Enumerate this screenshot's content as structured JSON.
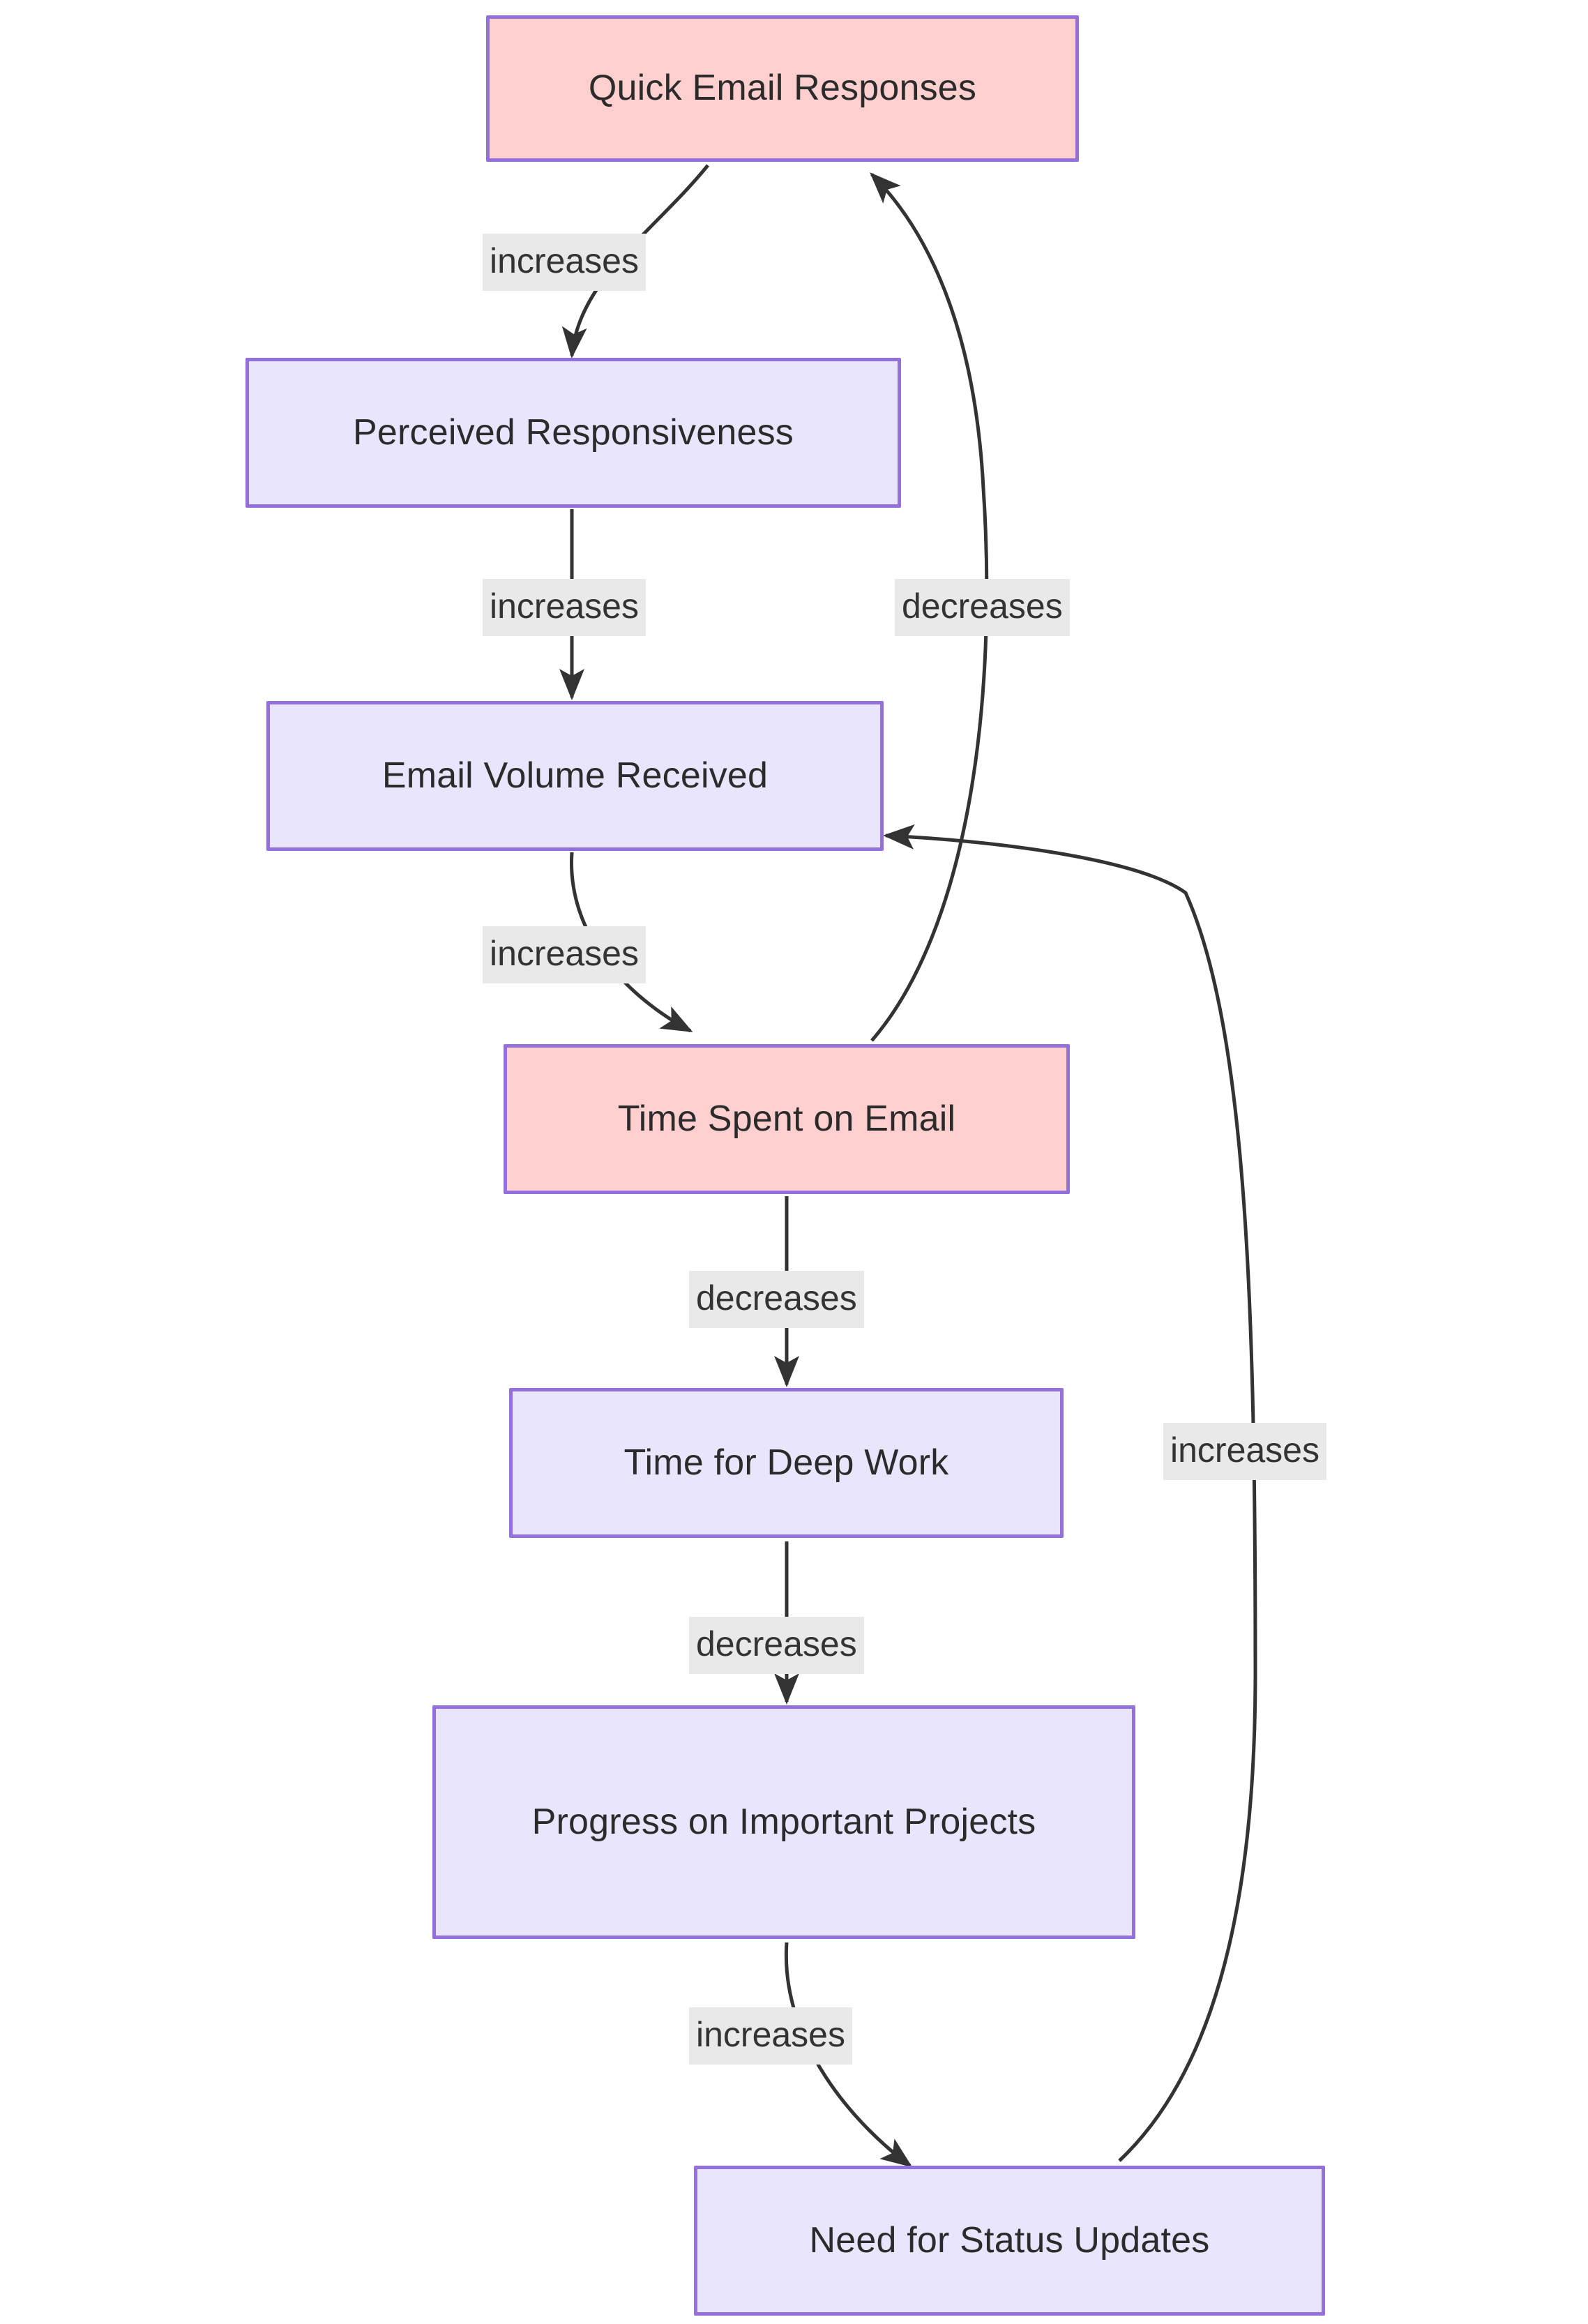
{
  "diagram": {
    "type": "flowchart",
    "orientation": "top-down",
    "title": "",
    "background_color": "#FFFFFF",
    "node_styles": {
      "highlight_fill": "#FDCFCE",
      "default_fill": "#E8E5FD",
      "border_color": "#9370DB",
      "text_color": "#2B2B2B"
    },
    "edge_styles": {
      "line_color": "#333333",
      "label_background": "#E9E9E9",
      "label_text_color": "#333333"
    }
  },
  "nodes": [
    {
      "id": "quick_email_responses",
      "label": "Quick Email Responses",
      "style": "highlight"
    },
    {
      "id": "perceived_responsiveness",
      "label": "Perceived Responsiveness",
      "style": "default"
    },
    {
      "id": "email_volume_received",
      "label": "Email Volume Received",
      "style": "default"
    },
    {
      "id": "time_spent_on_email",
      "label": "Time Spent on Email",
      "style": "highlight"
    },
    {
      "id": "time_for_deep_work",
      "label": "Time for Deep Work",
      "style": "default"
    },
    {
      "id": "progress_on_projects",
      "label": "Progress on Important Projects",
      "style": "default"
    },
    {
      "id": "need_for_status_updates",
      "label": "Need for Status Updates",
      "style": "default"
    }
  ],
  "edges": [
    {
      "from": "quick_email_responses",
      "to": "perceived_responsiveness",
      "label": "increases"
    },
    {
      "from": "perceived_responsiveness",
      "to": "email_volume_received",
      "label": "increases"
    },
    {
      "from": "email_volume_received",
      "to": "time_spent_on_email",
      "label": "increases"
    },
    {
      "from": "time_spent_on_email",
      "to": "quick_email_responses",
      "label": "decreases"
    },
    {
      "from": "time_spent_on_email",
      "to": "time_for_deep_work",
      "label": "decreases"
    },
    {
      "from": "time_for_deep_work",
      "to": "progress_on_projects",
      "label": "decreases"
    },
    {
      "from": "progress_on_projects",
      "to": "need_for_status_updates",
      "label": "increases"
    },
    {
      "from": "need_for_status_updates",
      "to": "email_volume_received",
      "label": "increases"
    }
  ]
}
